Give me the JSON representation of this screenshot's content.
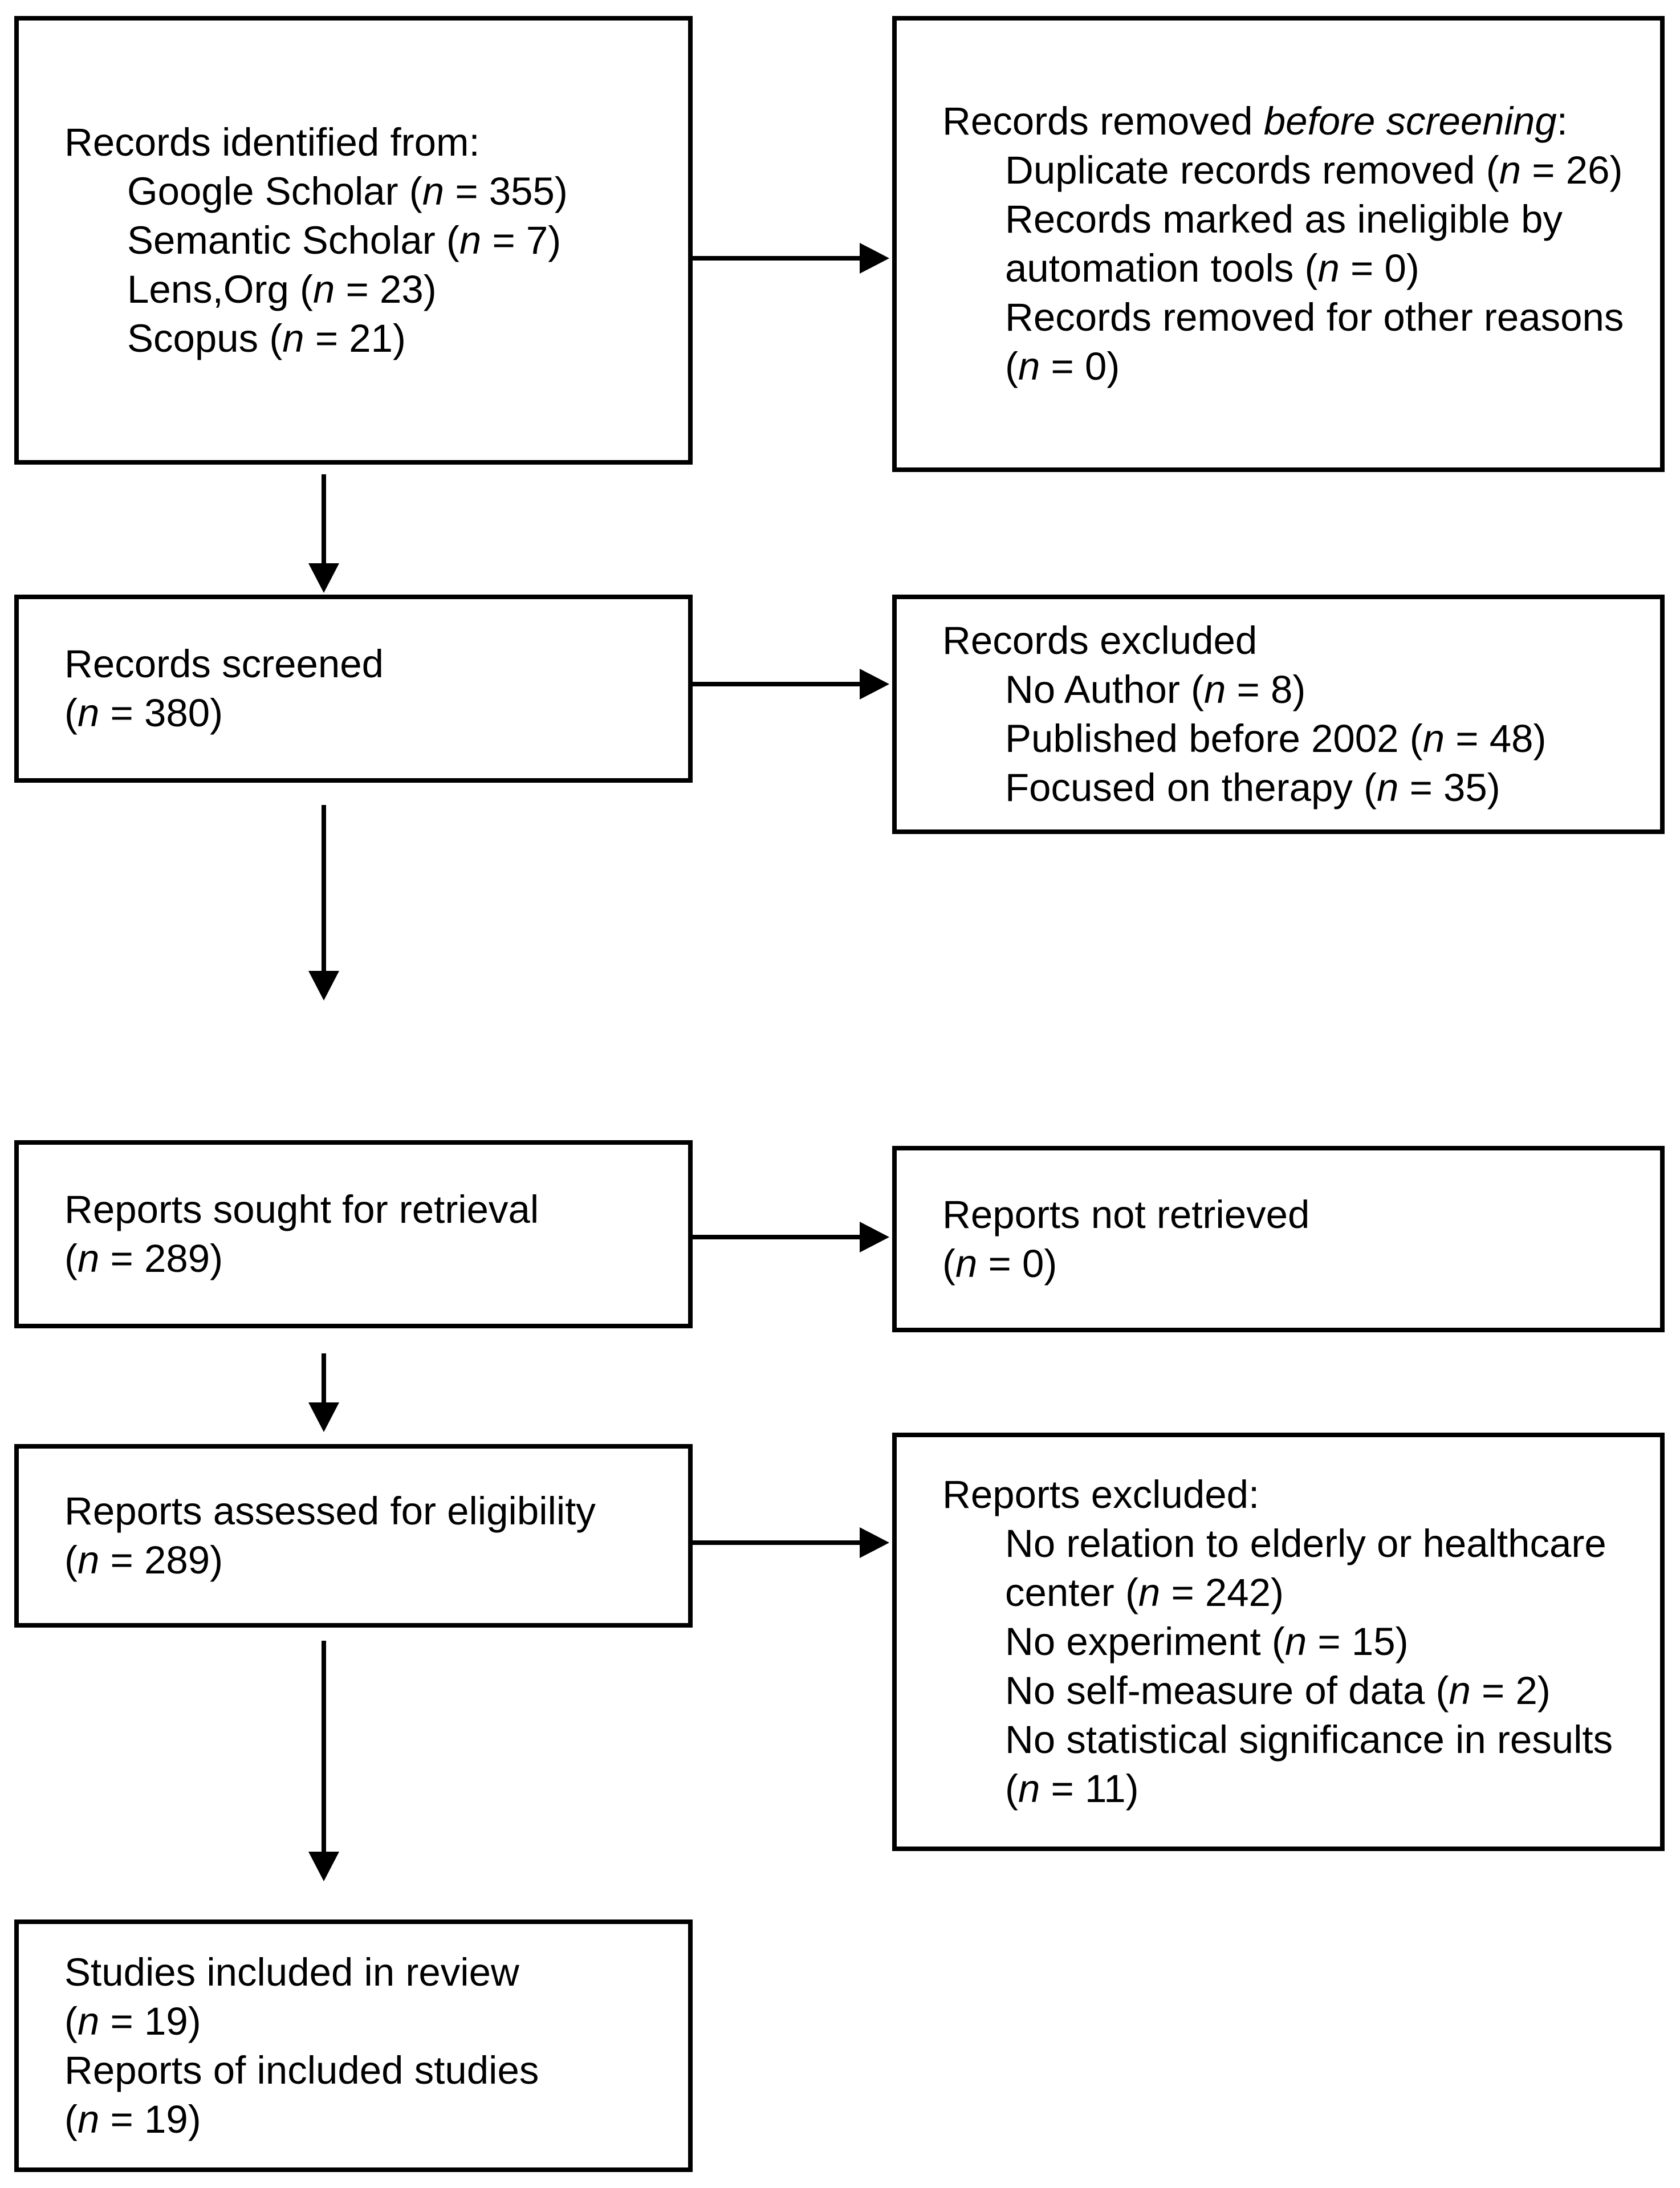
{
  "figure": {
    "kind": "prisma-flow-diagram",
    "background_color": "#ffffff",
    "line_color": "#000000",
    "text_color": "#000000"
  },
  "boxes": [
    {
      "id": "records-identified",
      "lines": [
        {
          "indent": 0,
          "segments": [
            {
              "t": "Records identified from:",
              "i": false
            }
          ]
        },
        {
          "indent": 1,
          "segments": [
            {
              "t": "Google Scholar (",
              "i": false
            },
            {
              "t": "n",
              "i": true
            },
            {
              "t": " = 355)",
              "i": false
            }
          ]
        },
        {
          "indent": 1,
          "segments": [
            {
              "t": "Semantic Scholar (",
              "i": false
            },
            {
              "t": "n",
              "i": true
            },
            {
              "t": " = 7)",
              "i": false
            }
          ]
        },
        {
          "indent": 1,
          "segments": [
            {
              "t": "Lens,Org (",
              "i": false
            },
            {
              "t": "n",
              "i": true
            },
            {
              "t": " = 23)",
              "i": false
            }
          ]
        },
        {
          "indent": 1,
          "segments": [
            {
              "t": "Scopus (",
              "i": false
            },
            {
              "t": "n",
              "i": true
            },
            {
              "t": " = 21)",
              "i": false
            }
          ]
        }
      ]
    },
    {
      "id": "records-removed-before-screening",
      "lines": [
        {
          "indent": 0,
          "segments": [
            {
              "t": "Records removed ",
              "i": false
            },
            {
              "t": "before screening",
              "i": true
            },
            {
              "t": ":",
              "i": false
            }
          ]
        },
        {
          "indent": 1,
          "segments": [
            {
              "t": "Duplicate records removed (",
              "i": false
            },
            {
              "t": "n",
              "i": true
            },
            {
              "t": " = 26)",
              "i": false
            }
          ]
        },
        {
          "indent": 1,
          "segments": [
            {
              "t": "Records marked as ineligible by",
              "i": false
            }
          ]
        },
        {
          "indent": 1,
          "segments": [
            {
              "t": "automation tools (",
              "i": false
            },
            {
              "t": "n",
              "i": true
            },
            {
              "t": " = 0)",
              "i": false
            }
          ]
        },
        {
          "indent": 1,
          "segments": [
            {
              "t": "Records removed for other reasons",
              "i": false
            }
          ]
        },
        {
          "indent": 1,
          "segments": [
            {
              "t": "(",
              "i": false
            },
            {
              "t": "n",
              "i": true
            },
            {
              "t": " = 0)",
              "i": false
            }
          ]
        }
      ]
    },
    {
      "id": "records-screened",
      "lines": [
        {
          "indent": 0,
          "segments": [
            {
              "t": "Records screened",
              "i": false
            }
          ]
        },
        {
          "indent": 0,
          "segments": [
            {
              "t": "(",
              "i": false
            },
            {
              "t": "n",
              "i": true
            },
            {
              "t": " = 380)",
              "i": false
            }
          ]
        }
      ]
    },
    {
      "id": "records-excluded",
      "lines": [
        {
          "indent": 0,
          "segments": [
            {
              "t": "Records excluded",
              "i": false
            }
          ]
        },
        {
          "indent": 1,
          "segments": [
            {
              "t": "No Author (",
              "i": false
            },
            {
              "t": "n",
              "i": true
            },
            {
              "t": " = 8)",
              "i": false
            }
          ]
        },
        {
          "indent": 1,
          "segments": [
            {
              "t": "Published before 2002 (",
              "i": false
            },
            {
              "t": "n",
              "i": true
            },
            {
              "t": " = 48)",
              "i": false
            }
          ]
        },
        {
          "indent": 1,
          "segments": [
            {
              "t": "Focused on therapy (",
              "i": false
            },
            {
              "t": "n",
              "i": true
            },
            {
              "t": " = 35)",
              "i": false
            }
          ]
        }
      ]
    },
    {
      "id": "reports-sought",
      "lines": [
        {
          "indent": 0,
          "segments": [
            {
              "t": "Reports sought for retrieval",
              "i": false
            }
          ]
        },
        {
          "indent": 0,
          "segments": [
            {
              "t": "(",
              "i": false
            },
            {
              "t": "n",
              "i": true
            },
            {
              "t": " = 289)",
              "i": false
            }
          ]
        }
      ]
    },
    {
      "id": "reports-not-retrieved",
      "lines": [
        {
          "indent": 0,
          "segments": [
            {
              "t": "Reports not retrieved",
              "i": false
            }
          ]
        },
        {
          "indent": 0,
          "segments": [
            {
              "t": "(",
              "i": false
            },
            {
              "t": "n",
              "i": true
            },
            {
              "t": " = 0)",
              "i": false
            }
          ]
        }
      ]
    },
    {
      "id": "reports-assessed",
      "lines": [
        {
          "indent": 0,
          "segments": [
            {
              "t": "Reports assessed for eligibility",
              "i": false
            }
          ]
        },
        {
          "indent": 0,
          "segments": [
            {
              "t": "(",
              "i": false
            },
            {
              "t": "n",
              "i": true
            },
            {
              "t": " = 289)",
              "i": false
            }
          ]
        }
      ]
    },
    {
      "id": "reports-excluded",
      "lines": [
        {
          "indent": 0,
          "segments": [
            {
              "t": "Reports excluded:",
              "i": false
            }
          ]
        },
        {
          "indent": 1,
          "segments": [
            {
              "t": "No relation to elderly or healthcare",
              "i": false
            }
          ]
        },
        {
          "indent": 1,
          "segments": [
            {
              "t": "center (",
              "i": false
            },
            {
              "t": "n",
              "i": true
            },
            {
              "t": " = 242)",
              "i": false
            }
          ]
        },
        {
          "indent": 1,
          "segments": [
            {
              "t": "No experiment (",
              "i": false
            },
            {
              "t": "n",
              "i": true
            },
            {
              "t": " = 15)",
              "i": false
            }
          ]
        },
        {
          "indent": 1,
          "segments": [
            {
              "t": "No self-measure of data (",
              "i": false
            },
            {
              "t": "n",
              "i": true
            },
            {
              "t": " = 2)",
              "i": false
            }
          ]
        },
        {
          "indent": 1,
          "segments": [
            {
              "t": "No statistical significance in results",
              "i": false
            }
          ]
        },
        {
          "indent": 1,
          "segments": [
            {
              "t": "(",
              "i": false
            },
            {
              "t": "n",
              "i": true
            },
            {
              "t": " = 11)",
              "i": false
            }
          ]
        }
      ]
    },
    {
      "id": "studies-included",
      "lines": [
        {
          "indent": 0,
          "segments": [
            {
              "t": "Studies included in review",
              "i": false
            }
          ]
        },
        {
          "indent": 0,
          "segments": [
            {
              "t": "(",
              "i": false
            },
            {
              "t": "n",
              "i": true
            },
            {
              "t": " = 19)",
              "i": false
            }
          ]
        },
        {
          "indent": 0,
          "segments": [
            {
              "t": "Reports of included studies",
              "i": false
            }
          ]
        },
        {
          "indent": 0,
          "segments": [
            {
              "t": "(",
              "i": false
            },
            {
              "t": "n",
              "i": true
            },
            {
              "t": " = 19)",
              "i": false
            }
          ]
        }
      ]
    }
  ],
  "arrows": [
    {
      "from": "records-identified",
      "to": "records-removed-before-screening",
      "direction": "right"
    },
    {
      "from": "records-identified",
      "to": "records-screened",
      "direction": "down"
    },
    {
      "from": "records-screened",
      "to": "records-excluded",
      "direction": "right"
    },
    {
      "from": "records-screened",
      "to": "reports-sought",
      "direction": "down"
    },
    {
      "from": "reports-sought",
      "to": "reports-not-retrieved",
      "direction": "right"
    },
    {
      "from": "reports-sought",
      "to": "reports-assessed",
      "direction": "down"
    },
    {
      "from": "reports-assessed",
      "to": "reports-excluded",
      "direction": "right"
    },
    {
      "from": "reports-assessed",
      "to": "studies-included",
      "direction": "down"
    }
  ]
}
